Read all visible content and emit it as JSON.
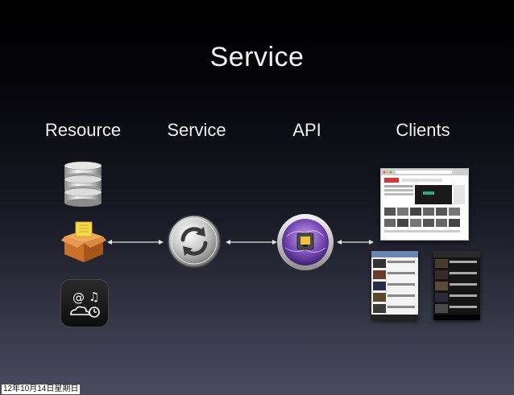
{
  "slide": {
    "title": "Service",
    "columns": {
      "resource": "Resource",
      "service": "Service",
      "api": "API",
      "clients": "Clients"
    },
    "footer_timestamp": "12年10月14日星期日"
  },
  "colors": {
    "background_top": "#000000",
    "background_bottom": "#4a4b5e",
    "text": "#f0f0f0",
    "arrow": "#e0e0e0",
    "api_purple": "#6b3fa0",
    "package_orange": "#d9822b"
  },
  "icons": {
    "database": "database-icon",
    "package": "package-icon",
    "web_services": "web-services-icon",
    "sync": "sync-icon",
    "network_port": "network-port-icon"
  }
}
